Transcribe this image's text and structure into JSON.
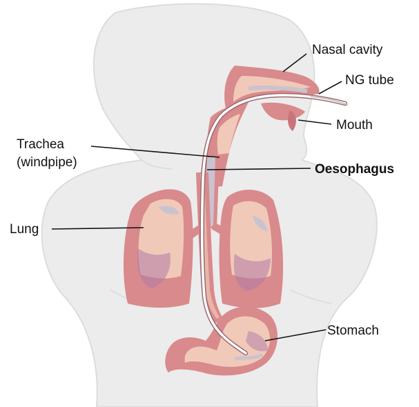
{
  "labels": {
    "nasal_cavity": "Nasal cavity",
    "ng_tube": "NG tube",
    "mouth": "Mouth",
    "trachea_line1": "Trachea",
    "trachea_line2": "(windpipe)",
    "oesophagus": "Oesophagus",
    "lung": "Lung",
    "stomach": "Stomach"
  },
  "colors": {
    "body_silhouette": "#ececec",
    "body_outline": "#dcdcdc",
    "organ_fill": "#d98a8c",
    "organ_inner": "#f1c9b9",
    "organ_shadow": "#b07aa8",
    "organ_highlight": "#c9c3cf",
    "tube": "#ffffff",
    "leader_line": "#111111"
  }
}
